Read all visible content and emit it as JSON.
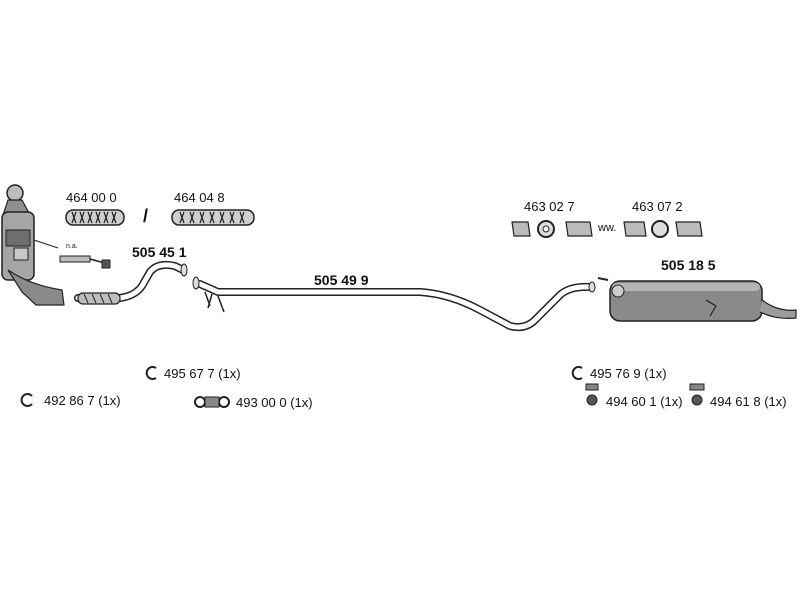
{
  "parts": {
    "flex_pipe_a": "464 00 0",
    "separator": "/",
    "flex_pipe_b": "464 04 8",
    "na_note": "n.a.",
    "front_pipe": "505 45 1",
    "middle_pipe": "505 49 9",
    "connector_a": "463 02 7",
    "ww_note": "ww.",
    "connector_b": "463 07 2",
    "rear_silencer": "505 18 5"
  },
  "fittings": {
    "clamp_left": "492 86 7 (1x)",
    "clamp_mid": "495 67 7 (1x)",
    "gasket_mid": "493 00 0 (1x)",
    "clamp_right": "495 76 9 (1x)",
    "mount_a": "494 60 1 (1x)",
    "mount_b": "494 61 8 (1x)"
  },
  "colors": {
    "line": "#1a1a1a",
    "part_fill": "#9a9a9a",
    "part_dark": "#3a3a3a",
    "background": "#ffffff"
  }
}
